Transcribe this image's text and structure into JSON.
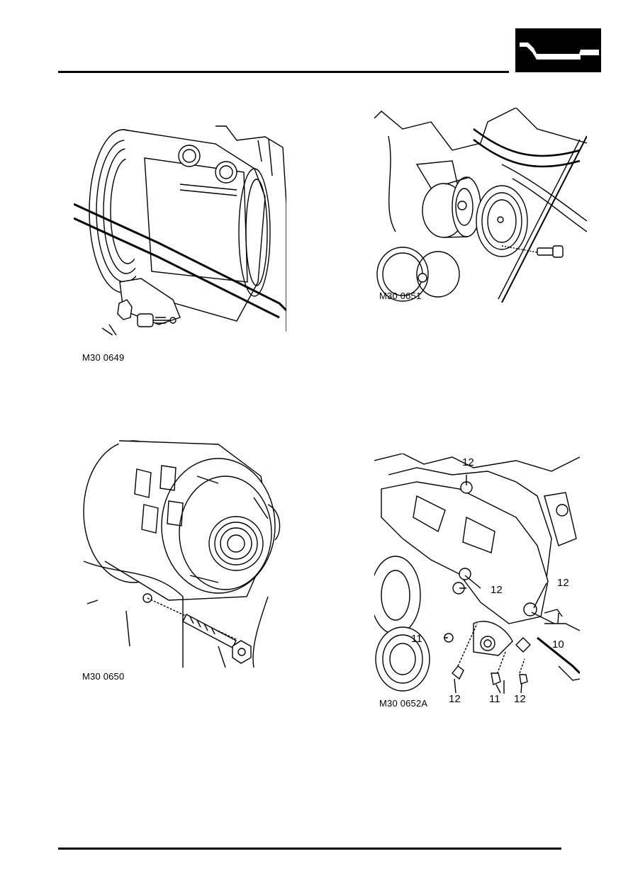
{
  "header": {
    "section_icon": "engine-section-icon"
  },
  "figures": [
    {
      "id": "fig1",
      "caption": "M30 0649"
    },
    {
      "id": "fig2",
      "caption": "M30 0651"
    },
    {
      "id": "fig3",
      "caption": "M30 0650"
    },
    {
      "id": "fig4",
      "caption": "M30 0652A",
      "callouts": {
        "c12_top": "12",
        "c12_mid": "12",
        "c12_right": "12",
        "c11_left": "11",
        "c10": "10",
        "c12_bl": "12",
        "c11_bottom": "11",
        "c12_br": "12"
      }
    }
  ]
}
